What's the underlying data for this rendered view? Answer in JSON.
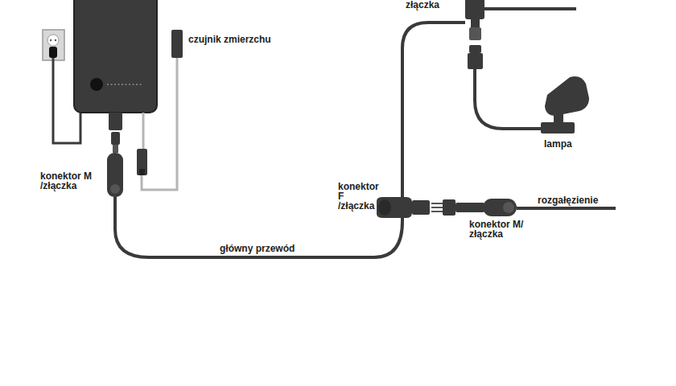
{
  "diagram": {
    "labels": [
      "złączka",
      "czujnik zmierzchu",
      "konektor M /złączka",
      "konektor F /złączka",
      "lampa",
      "rozgałęzienie",
      "konektor M/ złączka",
      "główny przewód"
    ]
  }
}
